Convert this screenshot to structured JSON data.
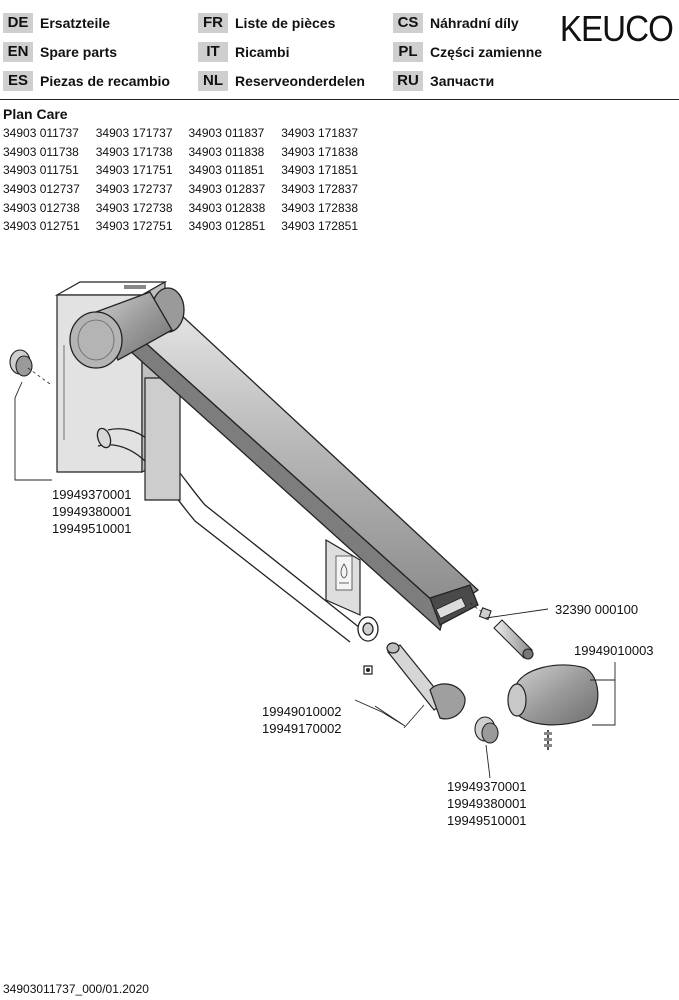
{
  "header": {
    "languages": [
      {
        "code": "DE",
        "label": "Ersatzteile"
      },
      {
        "code": "FR",
        "label": "Liste de pièces"
      },
      {
        "code": "CS",
        "label": "Náhradní díly"
      },
      {
        "code": "EN",
        "label": "Spare parts"
      },
      {
        "code": "IT",
        "label": "Ricambi"
      },
      {
        "code": "PL",
        "label": "Części zamienne"
      },
      {
        "code": "ES",
        "label": "Piezas de recambio"
      },
      {
        "code": "NL",
        "label": "Reserveonderdelen"
      },
      {
        "code": "RU",
        "label": "Запчасти"
      }
    ],
    "brand": "KEUCO"
  },
  "product": {
    "name": "Plan Care",
    "article_numbers": [
      [
        "34903 011737",
        "34903 171737",
        "34903 011837",
        "34903 171837"
      ],
      [
        "34903 011738",
        "34903 171738",
        "34903 011838",
        "34903 171838"
      ],
      [
        "34903 011751",
        "34903 171751",
        "34903 011851",
        "34903 171851"
      ],
      [
        "34903 012737",
        "34903 172737",
        "34903 012837",
        "34903 172837"
      ],
      [
        "34903 012738",
        "34903 172738",
        "34903 012838",
        "34903 172838"
      ],
      [
        "34903 012751",
        "34903 172751",
        "34903 012851",
        "34903 172851"
      ]
    ]
  },
  "parts": {
    "cap_left": [
      "19949370001",
      "19949380001",
      "19949510001"
    ],
    "pin": [
      "32390 000100"
    ],
    "end_cap": [
      "19949010003"
    ],
    "holder": [
      "19949010002",
      "19949170002"
    ],
    "cap_bottom": [
      "19949370001",
      "19949380001",
      "19949510001"
    ]
  },
  "footer": {
    "document_number": "34903011737_000/01.2020"
  }
}
